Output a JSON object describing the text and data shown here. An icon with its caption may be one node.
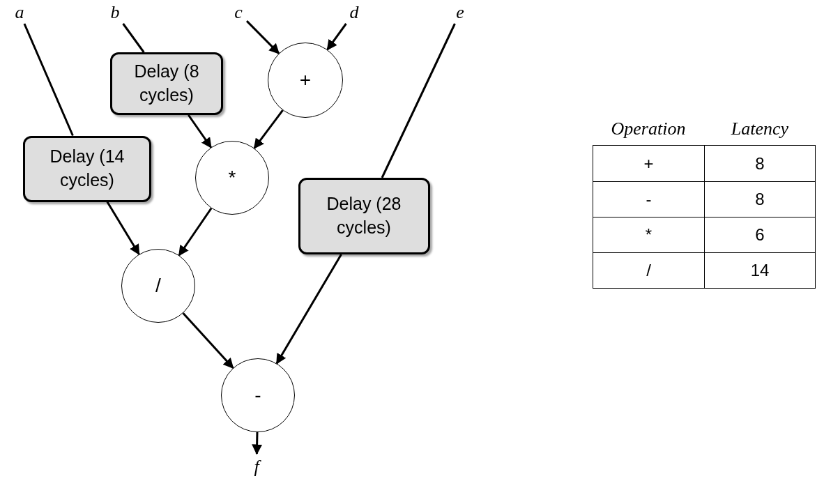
{
  "diagram": {
    "nodes": [
      {
        "text": [
          "a"
        ]
      },
      {
        "text": [
          "b"
        ]
      },
      {
        "text": [
          "c"
        ]
      },
      {
        "text": [
          "d"
        ]
      },
      {
        "text": [
          "e"
        ]
      },
      {
        "text": [
          "Delay (8 cycles)"
        ]
      },
      {
        "text": [
          "+"
        ]
      },
      {
        "text": [
          "Delay (14 cycles)"
        ]
      },
      {
        "text": [
          "*"
        ]
      },
      {
        "text": [
          "Delay (28 cycles)"
        ]
      },
      {
        "text": [
          "/"
        ]
      },
      {
        "text": [
          "-"
        ]
      },
      {
        "text": [
          "f"
        ]
      }
    ],
    "edges": [
      {
        "from": 0,
        "to": 7,
        "arrow": "none"
      },
      {
        "from": 1,
        "to": 5,
        "arrow": "none"
      },
      {
        "from": 2,
        "to": 6,
        "arrow": "to"
      },
      {
        "from": 3,
        "to": 6,
        "arrow": "to"
      },
      {
        "from": 4,
        "to": 9,
        "arrow": "none"
      },
      {
        "from": 5,
        "to": 8,
        "arrow": "to"
      },
      {
        "from": 6,
        "to": 8,
        "arrow": "to"
      },
      {
        "from": 7,
        "to": 10,
        "arrow": "to"
      },
      {
        "from": 8,
        "to": 10,
        "arrow": "to"
      },
      {
        "from": 10,
        "to": 11,
        "arrow": "to"
      },
      {
        "from": 9,
        "to": 11,
        "arrow": "to"
      },
      {
        "from": 11,
        "to": 12,
        "arrow": "to"
      }
    ],
    "labels": [
      "Operation",
      "Latency",
      "+",
      "8",
      "-",
      "8",
      "*",
      "6",
      "/",
      "14"
    ]
  }
}
